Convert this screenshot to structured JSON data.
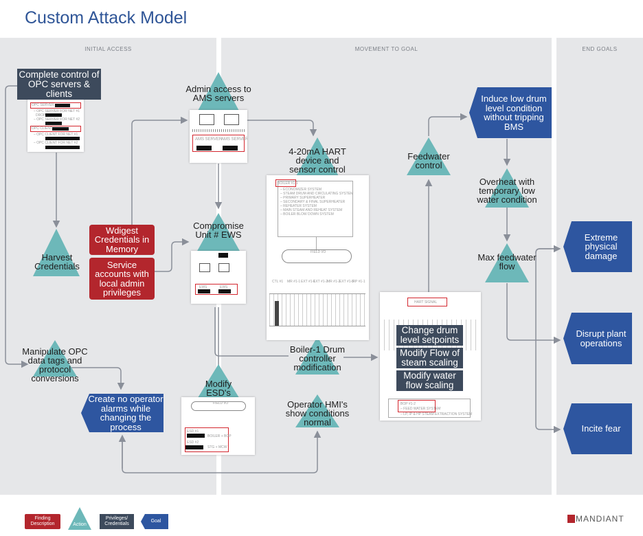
{
  "title": "Custom Attack Model",
  "columns": [
    "INITIAL ACCESS",
    "MOVEMENT TO GOAL",
    "END GOALS"
  ],
  "colors": {
    "action": "#6db8b9",
    "finding": "#b3262d",
    "privileges": "#3d4a5c",
    "goal": "#2e56a0",
    "title": "#2f5597"
  },
  "privileges": {
    "opc": "Complete control of OPC servers & clients",
    "drum": "Change drum level setpoints",
    "steam": "Modify Flow of steam scaling",
    "water": "Modify water flow scaling"
  },
  "findings": {
    "wdigest": "Wdigest Credentials in Memory",
    "service": "Service accounts with local admin privileges"
  },
  "actions": {
    "harvest": "Harvest Credentials",
    "admin": "Admin access to AMS servers",
    "ews": "Compromise Unit # EWS",
    "hart": "4-20mA HART device and sensor control",
    "boiler": "Boiler-1 Drum controller modification",
    "esd": "Modify ESD's",
    "hmi": "Operator HMI's show conditions normal",
    "manipulate": "Manipulate OPC data tags and protocol conversions",
    "feedwater": "Feedwater control",
    "overheat": "Overheat with temporary low water condition",
    "maxflow": "Max feedwater flow"
  },
  "goals": {
    "alarms": "Create no operator alarms while changing the process",
    "induce": "Induce low drum level condition without tripping BMS",
    "damage": "Extreme physical damage",
    "disrupt": "Disrupt plant operations",
    "fear": "Incite fear"
  },
  "screenshots": {
    "opc": {
      "server": "OPC SERVER",
      "client": "OPC CLIENT",
      "l1": "– OPC SERVER FOR NET #1",
      "l2": "– OPC SERVER FOR NET #2",
      "l3": "– OPC CLIENT FOR NET #1",
      "l4": "– OPC CLIENT FOR NET #2",
      "drop": "DROP"
    },
    "ams": {
      "label": "AMS SERVER"
    },
    "ews": {
      "label": "EWS"
    },
    "hart": {
      "boiler": "BOILER #1-1",
      "items": [
        "– ECONOMIZER SYSTEM",
        "– STEAM DRUM AND CIRCULATING SYSTEM",
        "– PRIMARY SUPERHEATER",
        "– SECONDARY & FINAL SUPERHEATER",
        "– REHEATER SYSTEM",
        "– MAIN STEAM AND REHEAT SYSTEM",
        "– BOILER BLOW DOWN SYSTEM"
      ],
      "fieldio": "FIELD I/O",
      "cabinets": [
        "CTL #1",
        "MR #1-1",
        "EXT #1-1",
        "EXT #1-2",
        "MR #1-2",
        "EXT #1-3",
        "IRP #1-1"
      ]
    },
    "signal": {
      "hart": "HART SIGNAL",
      "bop": "BOP #1-2",
      "feed": "– FEED WATER SYSTEM",
      "ext": "– LP, IP & HP STEAM EXTRACTION SYSTEM"
    },
    "esd": {
      "fieldio": "FIELD I/O",
      "esd1": "ESD #1",
      "esd1v": "BOILER + BOP",
      "esd2": "ESD #2",
      "esd2v": "STG + MCW"
    }
  },
  "legend": {
    "finding": "Finding Description",
    "action": "Action",
    "privileges": "Privileges/ Credentials",
    "goal": "Goal"
  },
  "logo": "MANDIANT"
}
